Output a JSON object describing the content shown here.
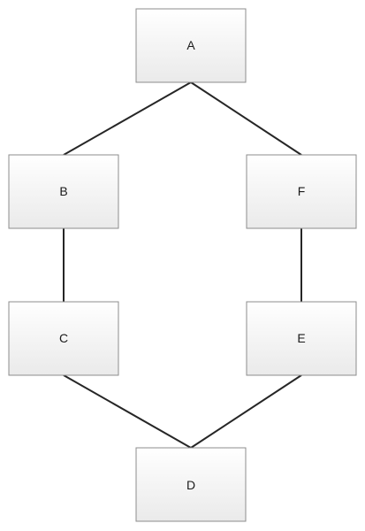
{
  "diagram": {
    "nodes": [
      {
        "id": "A",
        "label": "A"
      },
      {
        "id": "B",
        "label": "B"
      },
      {
        "id": "F",
        "label": "F"
      },
      {
        "id": "C",
        "label": "C"
      },
      {
        "id": "E",
        "label": "E"
      },
      {
        "id": "D",
        "label": "D"
      }
    ],
    "edges": [
      {
        "from": "A",
        "to": "B"
      },
      {
        "from": "A",
        "to": "F"
      },
      {
        "from": "B",
        "to": "C"
      },
      {
        "from": "F",
        "to": "E"
      },
      {
        "from": "C",
        "to": "D"
      },
      {
        "from": "E",
        "to": "D"
      }
    ],
    "colors": {
      "node_fill_top": "#ffffff",
      "node_fill_bottom": "#eaeaea",
      "node_border": "#8c8c8c",
      "edge": "#262626",
      "label": "#1a1a1a"
    }
  }
}
